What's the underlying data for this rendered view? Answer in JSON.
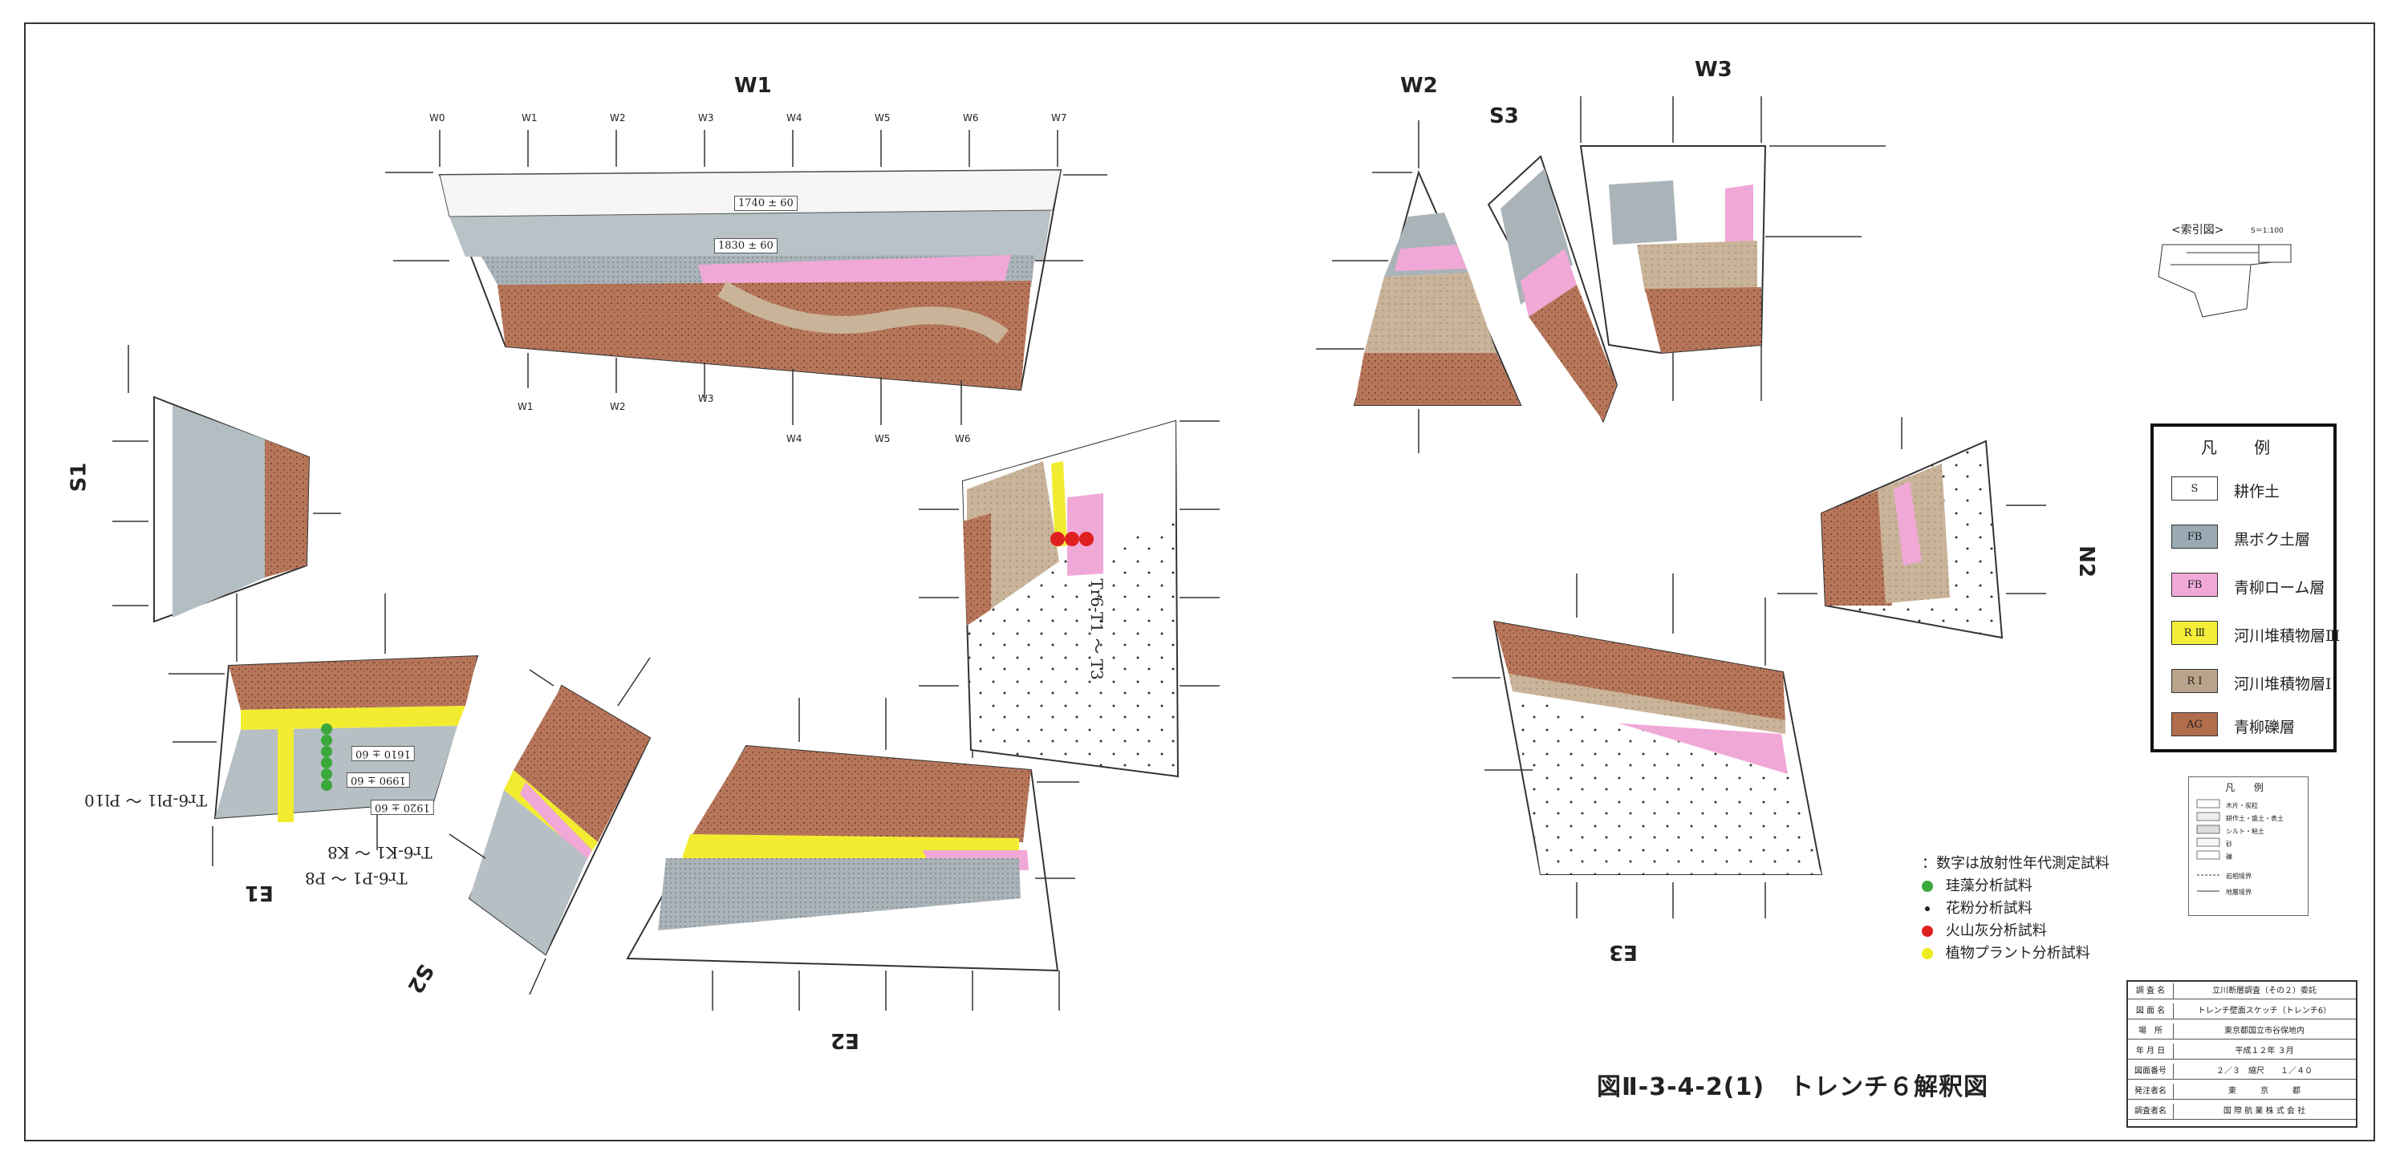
{
  "walls": {
    "w1": "W1",
    "w2": "W2",
    "w3": "W3",
    "s1": "S1",
    "s2": "S2",
    "s3": "S3",
    "n2": "N2",
    "e1": "E1",
    "e2": "E2",
    "e3": "E3"
  },
  "ticks_w1_top": [
    "W0",
    "W1",
    "W2",
    "W3",
    "W4",
    "W5",
    "W6",
    "W7"
  ],
  "ticks_w1_bottom": [
    "W1",
    "W2",
    "W3",
    "W4",
    "W5",
    "W6"
  ],
  "dates": {
    "d1740": "1740 ± 60",
    "d1830": "1830 ± 60",
    "d1610": "1610 ± 60",
    "d1990": "1990 ± 60",
    "d1920": "1920 ± 60"
  },
  "samples": {
    "t6_t": "Tr6-T1 ～ T3",
    "t6_k": "Tr6-K1 ～ K8",
    "t6_p": "Tr6-P1 ～ P8",
    "t6_pl": "Tr6-Pl1 ～ Pl10"
  },
  "legend": {
    "title": "凡 例",
    "items": [
      {
        "code": "S",
        "label": "耕作土",
        "color": "#ffffff"
      },
      {
        "code": "FB",
        "label": "黒ボク土層",
        "color": "#9aaab4"
      },
      {
        "code": "FB",
        "label": "青柳ローム層",
        "color": "#f1a9d8"
      },
      {
        "code": "R Ⅲ",
        "label": "河川堆積物層Ⅲ",
        "color": "#f4ee3a"
      },
      {
        "code": "R Ⅰ",
        "label": "河川堆積物層Ⅰ",
        "color": "#b9a38a"
      },
      {
        "code": "AG",
        "label": "青柳礫層",
        "color": "#b26d4c"
      }
    ]
  },
  "small_legend": {
    "title": "凡 例",
    "items": [
      "木片・炭粒",
      "耕作土・盛土・表土",
      "シルト・粘土",
      "砂",
      "礫",
      "岩相境界",
      "地層境界"
    ]
  },
  "sample_legend": [
    {
      "label": "：数字は放射性年代測定試料",
      "color": ""
    },
    {
      "label": "珪藻分析試料",
      "color": "#3aa83a"
    },
    {
      "label": "花粉分析試料",
      "color": "#222222"
    },
    {
      "label": "火山灰分析試料",
      "color": "#e02020"
    },
    {
      "label": "植物プラント分析試料",
      "color": "#f0ea20"
    }
  ],
  "index_map": {
    "title": "<索引図>",
    "scale": "S＝1:100"
  },
  "title_block": [
    {
      "key": "調 査 名",
      "value": "立川断層調査（その２）委託"
    },
    {
      "key": "図 面 名",
      "value": "トレンチ壁面スケッチ（トレンチ6）"
    },
    {
      "key": "場　所",
      "value": "東京都国立市谷保地内"
    },
    {
      "key": "年 月 日",
      "value": "平成１２年 ３月"
    },
    {
      "key": "図面番号",
      "value": "２／３　縮尺　　１／４０"
    },
    {
      "key": "発注者名",
      "value": "東　　　京　　　都"
    },
    {
      "key": "調査者名",
      "value": "国 際 航 業 株 式 会 社"
    }
  ],
  "figure_title": "図Ⅱ-3-4-2(1)　トレンチ６解釈図"
}
